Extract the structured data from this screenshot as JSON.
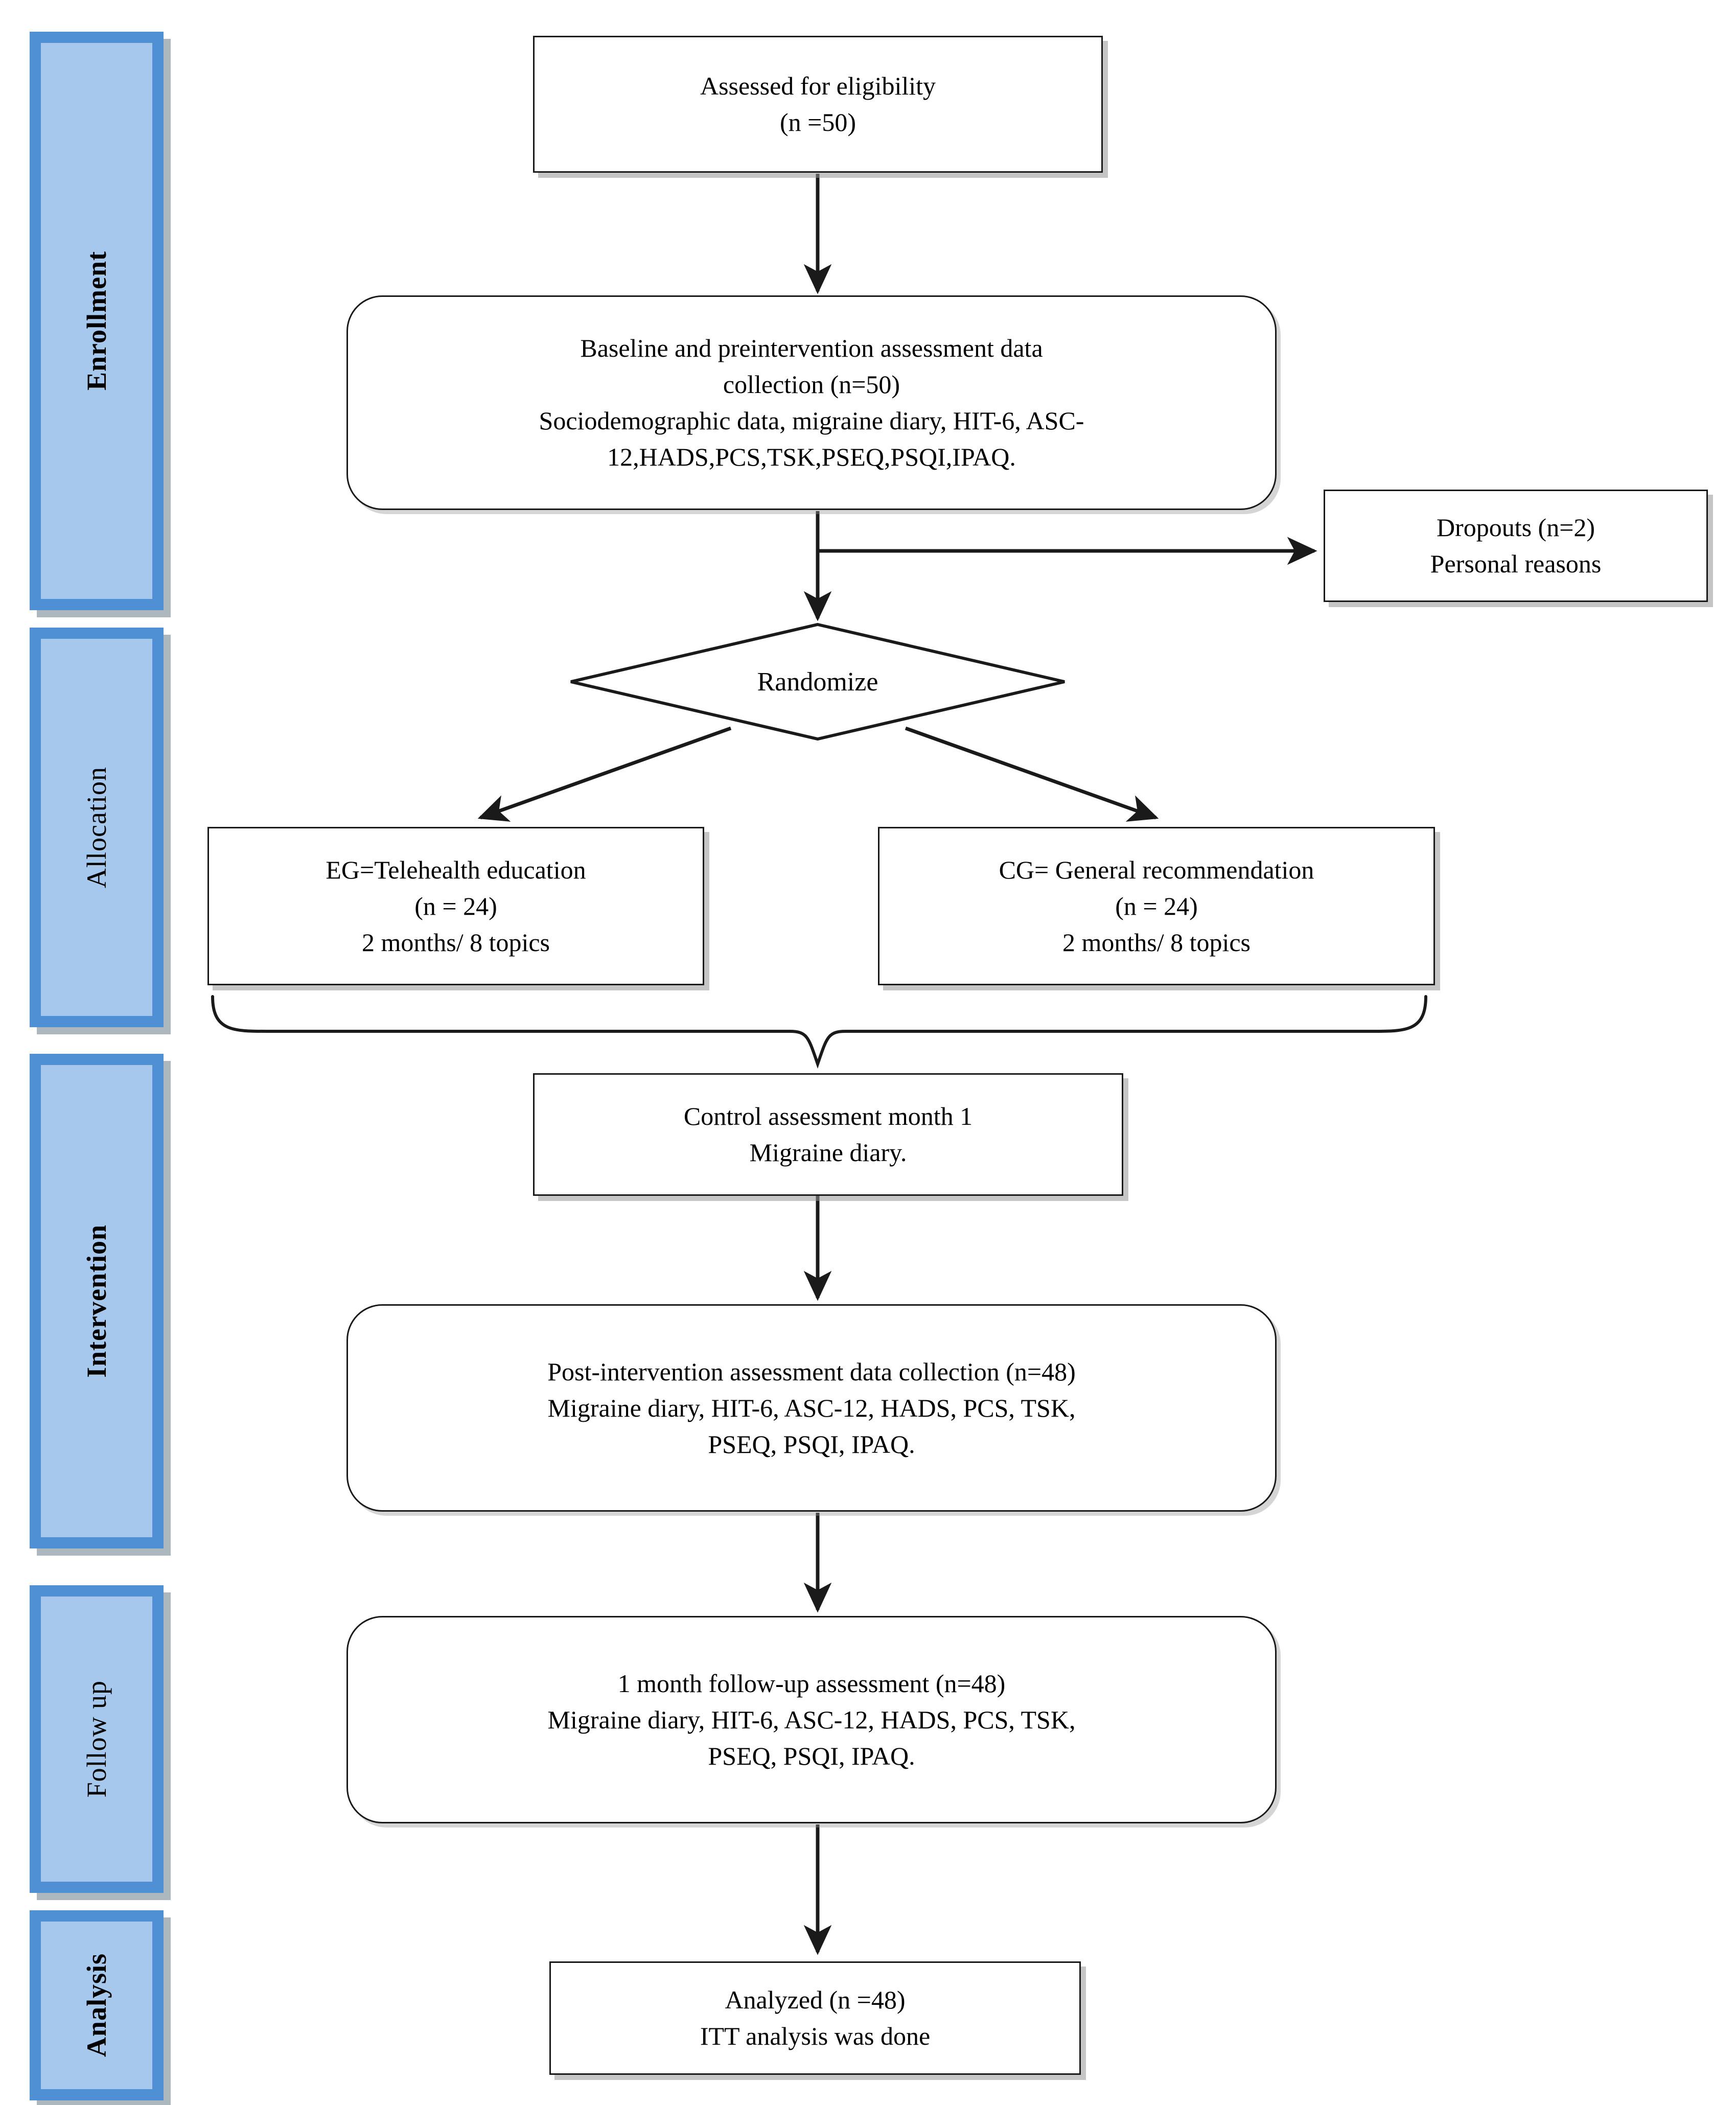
{
  "diagram": {
    "title": "CONSORT participant flow diagram",
    "stages": [
      {
        "id": "enrollment",
        "label": "Enrollment",
        "bold": true
      },
      {
        "id": "allocation",
        "label": "Allocation",
        "bold": false
      },
      {
        "id": "intervention",
        "label": "Intervention",
        "bold": true
      },
      {
        "id": "followup",
        "label": "Follow up",
        "bold": false
      },
      {
        "id": "analysis",
        "label": "Analysis",
        "bold": true
      }
    ],
    "nodes": {
      "eligibility": {
        "text": "Assessed for eligibility\n(n =50)"
      },
      "baseline": {
        "text": "Baseline and preintervention assessment data\ncollection (n=50)\nSociodemographic data, migraine diary, HIT-6, ASC-\n12,HADS,PCS,TSK,PSEQ,PSQI,IPAQ."
      },
      "dropouts": {
        "text": "Dropouts (n=2)\nPersonal reasons"
      },
      "randomize": {
        "text": "Randomize"
      },
      "experimental_group": {
        "text": "EG=Telehealth education\n(n = 24)\n2 months/ 8 topics"
      },
      "control_group": {
        "text": "CG= General recommendation\n(n = 24)\n2 months/ 8 topics"
      },
      "control_assessment": {
        "text": "Control assessment month 1\nMigraine diary."
      },
      "post_intervention": {
        "text": "Post-intervention assessment data collection (n=48)\nMigraine diary, HIT-6, ASC-12, HADS, PCS, TSK,\nPSEQ, PSQI, IPAQ."
      },
      "followup_assessment": {
        "text": "1 month follow-up assessment (n=48)\nMigraine diary, HIT-6, ASC-12, HADS, PCS, TSK,\nPSEQ, PSQI, IPAQ."
      },
      "analyzed": {
        "text": "Analyzed (n =48)\nITT analysis was done"
      }
    },
    "colors": {
      "panel_fill": "#a5c8ec",
      "panel_border": "#4f90d4",
      "node_border": "#1a1a1a",
      "node_fill": "#ffffff",
      "connector": "#1a1a1a"
    }
  }
}
